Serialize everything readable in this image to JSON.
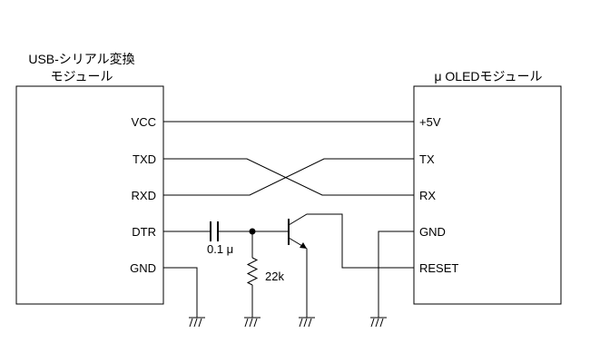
{
  "left_module": {
    "title_line1": "USB-シリアル変換",
    "title_line2": "モジュール",
    "pins": {
      "vcc": "VCC",
      "txd": "TXD",
      "rxd": "RXD",
      "dtr": "DTR",
      "gnd": "GND"
    }
  },
  "right_module": {
    "title": "μ OLEDモジュール",
    "pins": {
      "v5": "+5V",
      "tx": "TX",
      "rx": "RX",
      "gnd": "GND",
      "reset": "RESET"
    }
  },
  "components": {
    "capacitor_label": "0.1 μ",
    "resistor_label": "22k"
  }
}
